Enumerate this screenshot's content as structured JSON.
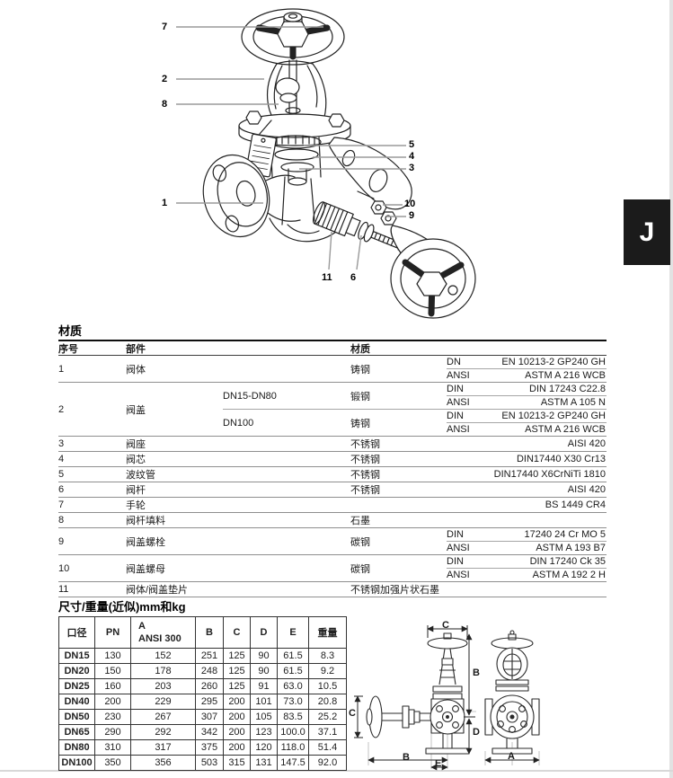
{
  "page": {
    "section_tab": "J"
  },
  "exploded_view": {
    "callouts": [
      {
        "label": "7"
      },
      {
        "label": "2"
      },
      {
        "label": "8"
      },
      {
        "label": "5"
      },
      {
        "label": "4"
      },
      {
        "label": "3"
      },
      {
        "label": "1"
      },
      {
        "label": "10"
      },
      {
        "label": "9"
      },
      {
        "label": "11"
      },
      {
        "label": "6"
      }
    ]
  },
  "materials_table": {
    "title": "材质",
    "headers": {
      "no": "序号",
      "part": "部件",
      "material": "材质"
    },
    "rows": [
      {
        "no": "1",
        "part": "阀体",
        "blocks": [
          {
            "variant": "",
            "material": "铸钢",
            "specs": [
              {
                "std": "DN",
                "value": "EN 10213-2 GP240 GH"
              },
              {
                "std": "ANSI",
                "value": "ASTM A 216 WCB"
              }
            ]
          }
        ]
      },
      {
        "no": "2",
        "part": "阀盖",
        "blocks": [
          {
            "variant": "DN15-DN80",
            "material": "锻钢",
            "specs": [
              {
                "std": "DIN",
                "value": "DIN 17243 C22.8"
              },
              {
                "std": "ANSI",
                "value": "ASTM A 105 N"
              }
            ]
          },
          {
            "variant": "DN100",
            "material": "铸钢",
            "specs": [
              {
                "std": "DIN",
                "value": "EN 10213-2 GP240 GH"
              },
              {
                "std": "ANSI",
                "value": "ASTM A 216 WCB"
              }
            ]
          }
        ]
      },
      {
        "no": "3",
        "part": "阀座",
        "blocks": [
          {
            "variant": "",
            "material": "不锈钢",
            "specs": [
              {
                "std": "",
                "value": "AISI 420"
              }
            ]
          }
        ]
      },
      {
        "no": "4",
        "part": "阀芯",
        "blocks": [
          {
            "variant": "",
            "material": "不锈钢",
            "specs": [
              {
                "std": "",
                "value": "DIN17440 X30 Cr13"
              }
            ]
          }
        ]
      },
      {
        "no": "5",
        "part": "波纹管",
        "blocks": [
          {
            "variant": "",
            "material": "不锈钢",
            "specs": [
              {
                "std": "",
                "value": "DIN17440 X6CrNiTi 1810"
              }
            ]
          }
        ]
      },
      {
        "no": "6",
        "part": "阀杆",
        "blocks": [
          {
            "variant": "",
            "material": "不锈钢",
            "specs": [
              {
                "std": "",
                "value": "AISI 420"
              }
            ]
          }
        ]
      },
      {
        "no": "7",
        "part": "手轮",
        "blocks": [
          {
            "variant": "",
            "material": "",
            "specs": [
              {
                "std": "",
                "value": "BS 1449 CR4"
              }
            ]
          }
        ]
      },
      {
        "no": "8",
        "part": "阀杆填料",
        "blocks": [
          {
            "variant": "",
            "material": "石墨",
            "specs": [
              {
                "std": "",
                "value": ""
              }
            ]
          }
        ]
      },
      {
        "no": "9",
        "part": "阀盖螺栓",
        "blocks": [
          {
            "variant": "",
            "material": "碳钢",
            "specs": [
              {
                "std": "DIN",
                "value": "17240 24 Cr MO 5"
              },
              {
                "std": "ANSI",
                "value": "ASTM A 193 B7"
              }
            ]
          }
        ]
      },
      {
        "no": "10",
        "part": "阀盖螺母",
        "blocks": [
          {
            "variant": "",
            "material": "碳钢",
            "specs": [
              {
                "std": "DIN",
                "value": "DIN 17240 Ck 35"
              },
              {
                "std": "ANSI",
                "value": "ASTM A 192 2 H"
              }
            ]
          }
        ]
      },
      {
        "no": "11",
        "part": "阀体/阀盖垫片",
        "blocks": [
          {
            "variant": "",
            "material": "不锈钢加强片状石墨",
            "specs": [
              {
                "std": "",
                "value": ""
              }
            ]
          }
        ]
      }
    ]
  },
  "dimensions_table": {
    "title": "尺寸/重量(近似)mm和kg",
    "headers": {
      "bore": "口径",
      "pn": "PN",
      "a_top": "A",
      "a_bottom": "ANSI 300",
      "cols": [
        "B",
        "C",
        "D",
        "E"
      ],
      "weight": "重量"
    },
    "rows": [
      [
        "DN15",
        "130",
        "152",
        "251",
        "125",
        "90",
        "61.5",
        "8.3"
      ],
      [
        "DN20",
        "150",
        "178",
        "248",
        "125",
        "90",
        "61.5",
        "9.2"
      ],
      [
        "DN25",
        "160",
        "203",
        "260",
        "125",
        "91",
        "63.0",
        "10.5"
      ],
      [
        "DN40",
        "200",
        "229",
        "295",
        "200",
        "101",
        "73.0",
        "20.8"
      ],
      [
        "DN50",
        "230",
        "267",
        "307",
        "200",
        "105",
        "83.5",
        "25.2"
      ],
      [
        "DN65",
        "290",
        "292",
        "342",
        "200",
        "123",
        "100.0",
        "37.1"
      ],
      [
        "DN80",
        "310",
        "317",
        "375",
        "200",
        "120",
        "118.0",
        "51.4"
      ],
      [
        "DN100",
        "350",
        "356",
        "503",
        "315",
        "131",
        "147.5",
        "92.0"
      ]
    ]
  },
  "dimension_diagrams": {
    "labels": [
      {
        "id": "c-top",
        "text": "C"
      },
      {
        "id": "b-right",
        "text": "B"
      },
      {
        "id": "d-right",
        "text": "D"
      },
      {
        "id": "c-left",
        "text": "C"
      },
      {
        "id": "b-bottom",
        "text": "B"
      },
      {
        "id": "e-bottom",
        "text": "E"
      },
      {
        "id": "a-bottom",
        "text": "A"
      }
    ]
  }
}
